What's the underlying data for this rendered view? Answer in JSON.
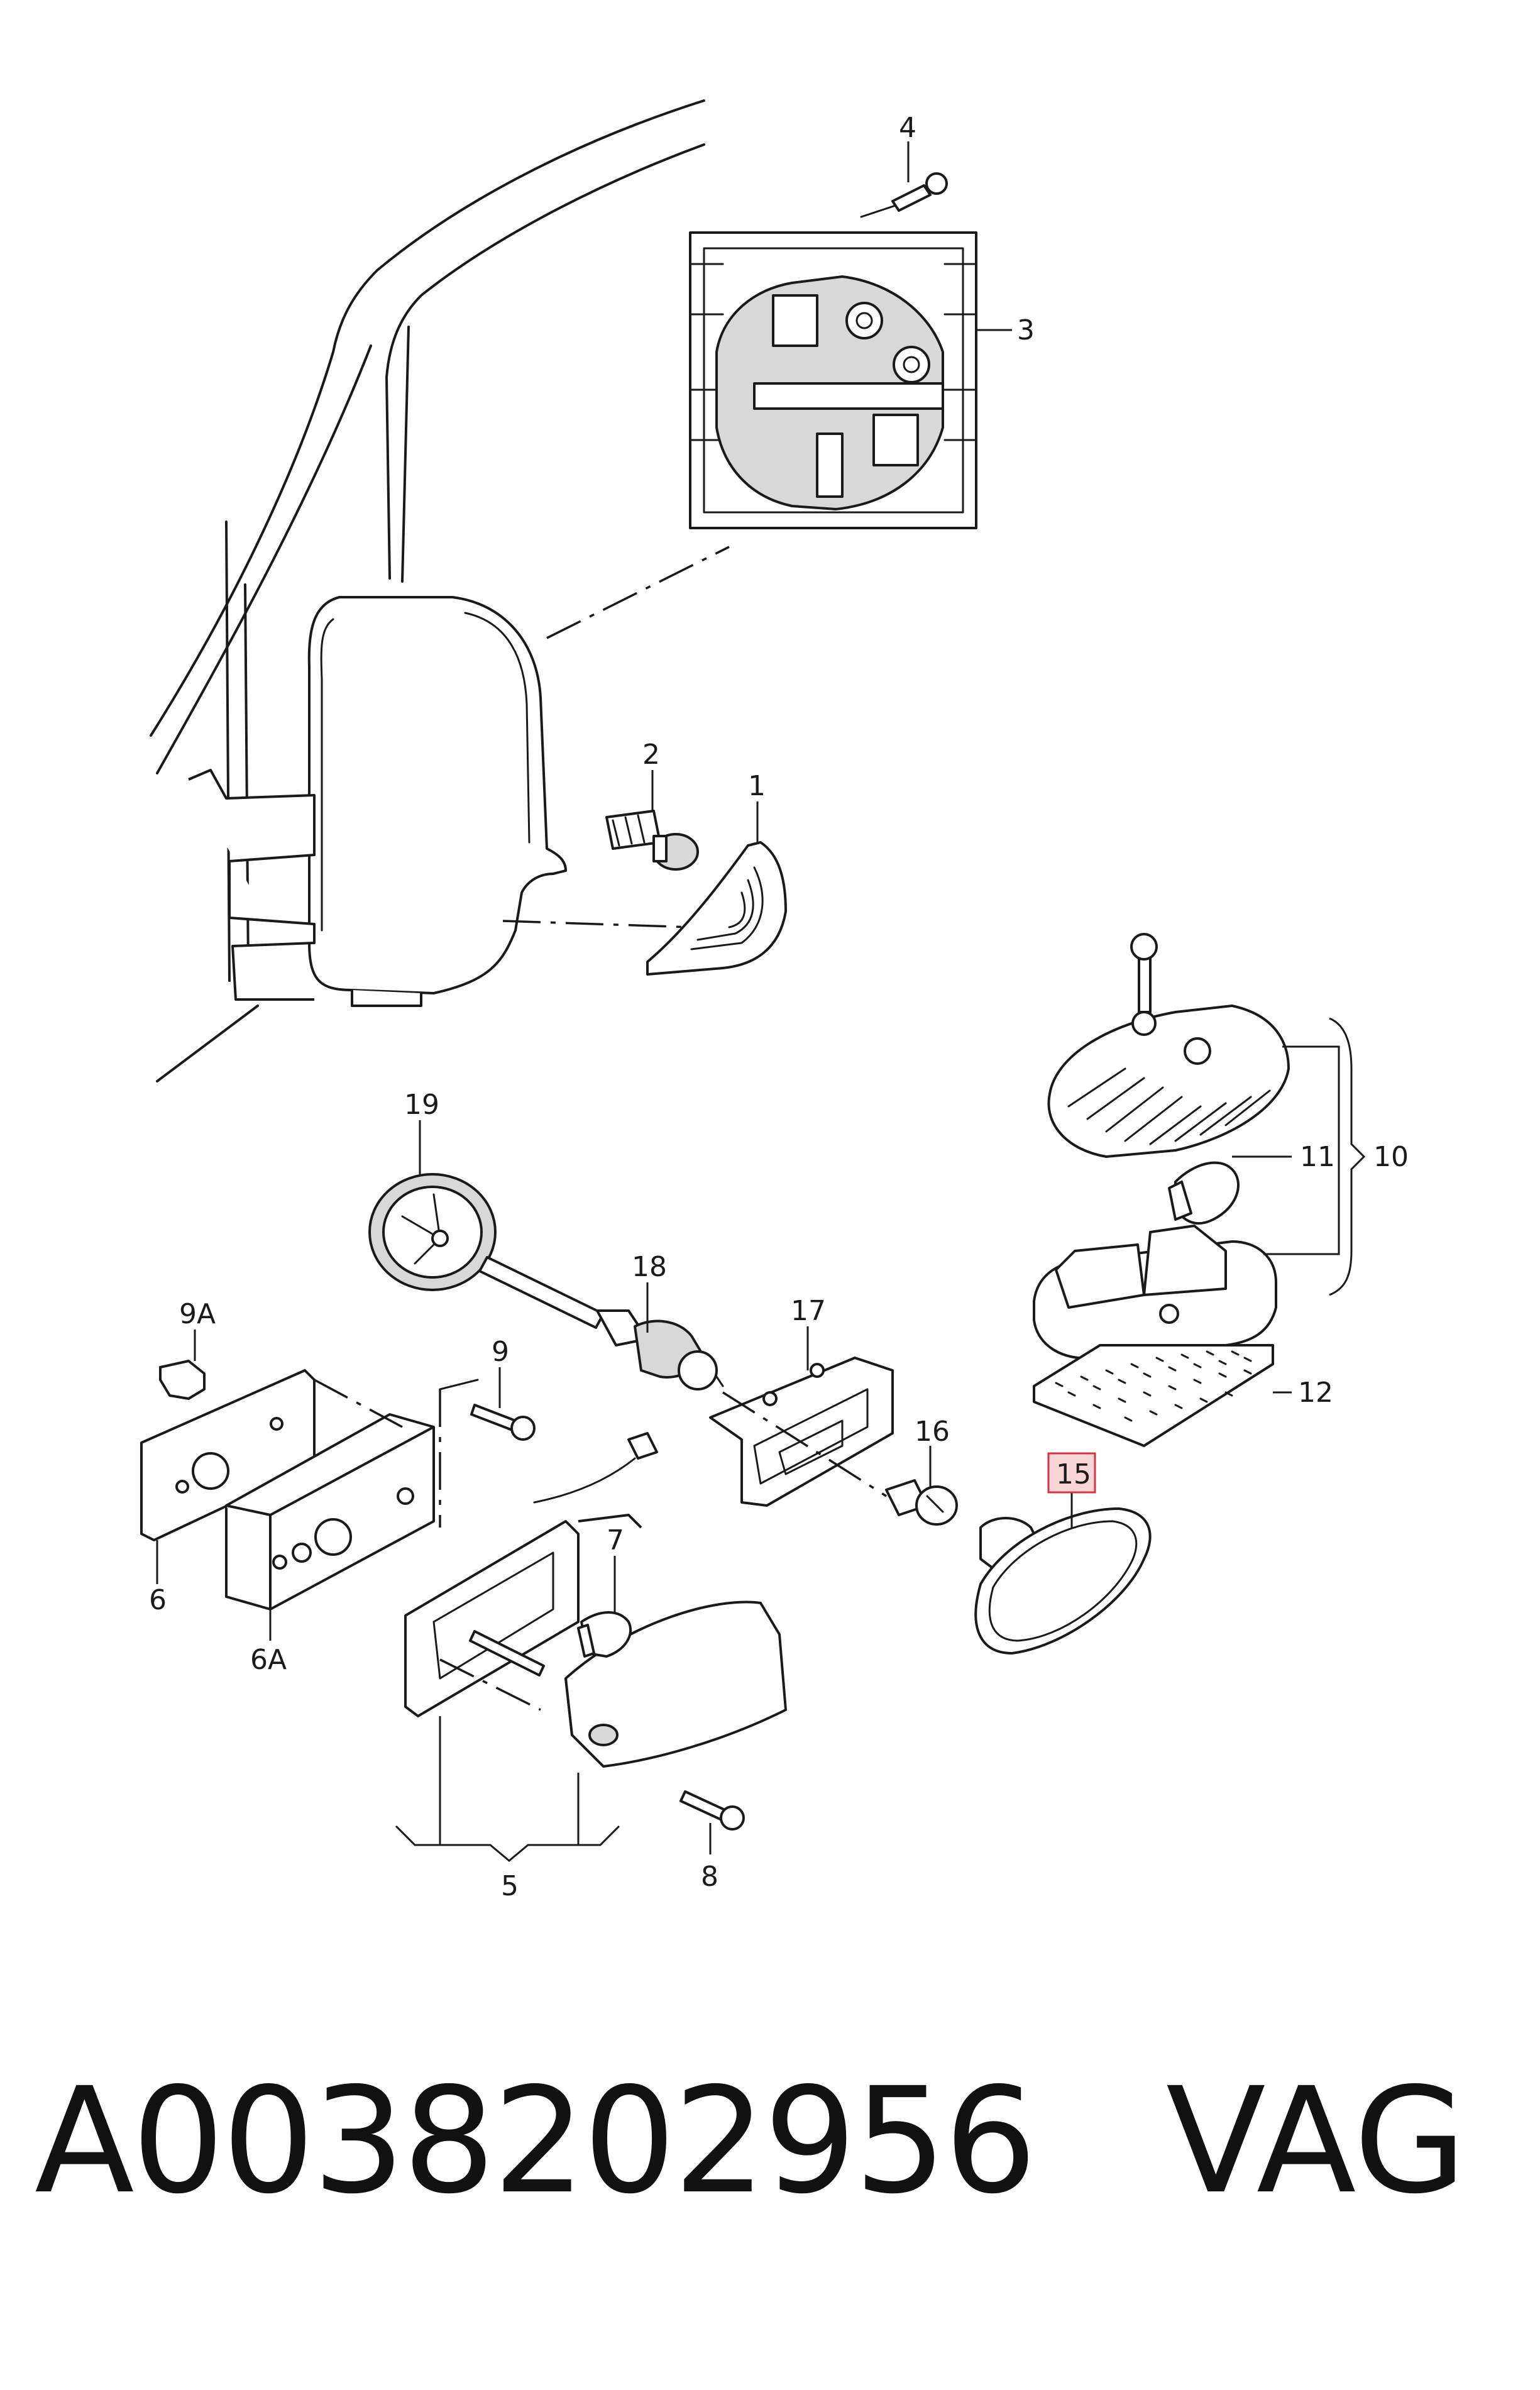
{
  "diagram": {
    "callouts": [
      "1",
      "2",
      "3",
      "4",
      "5",
      "6",
      "6A",
      "7",
      "8",
      "9",
      "9A",
      "10",
      "11",
      "12",
      "15",
      "16",
      "17",
      "18",
      "19"
    ],
    "highlighted_callout": "15",
    "highlight_color": "#f8d6d8",
    "highlight_border": "#d4343f"
  },
  "footer": {
    "part_number": "A0038202956",
    "brand": "VAG"
  }
}
